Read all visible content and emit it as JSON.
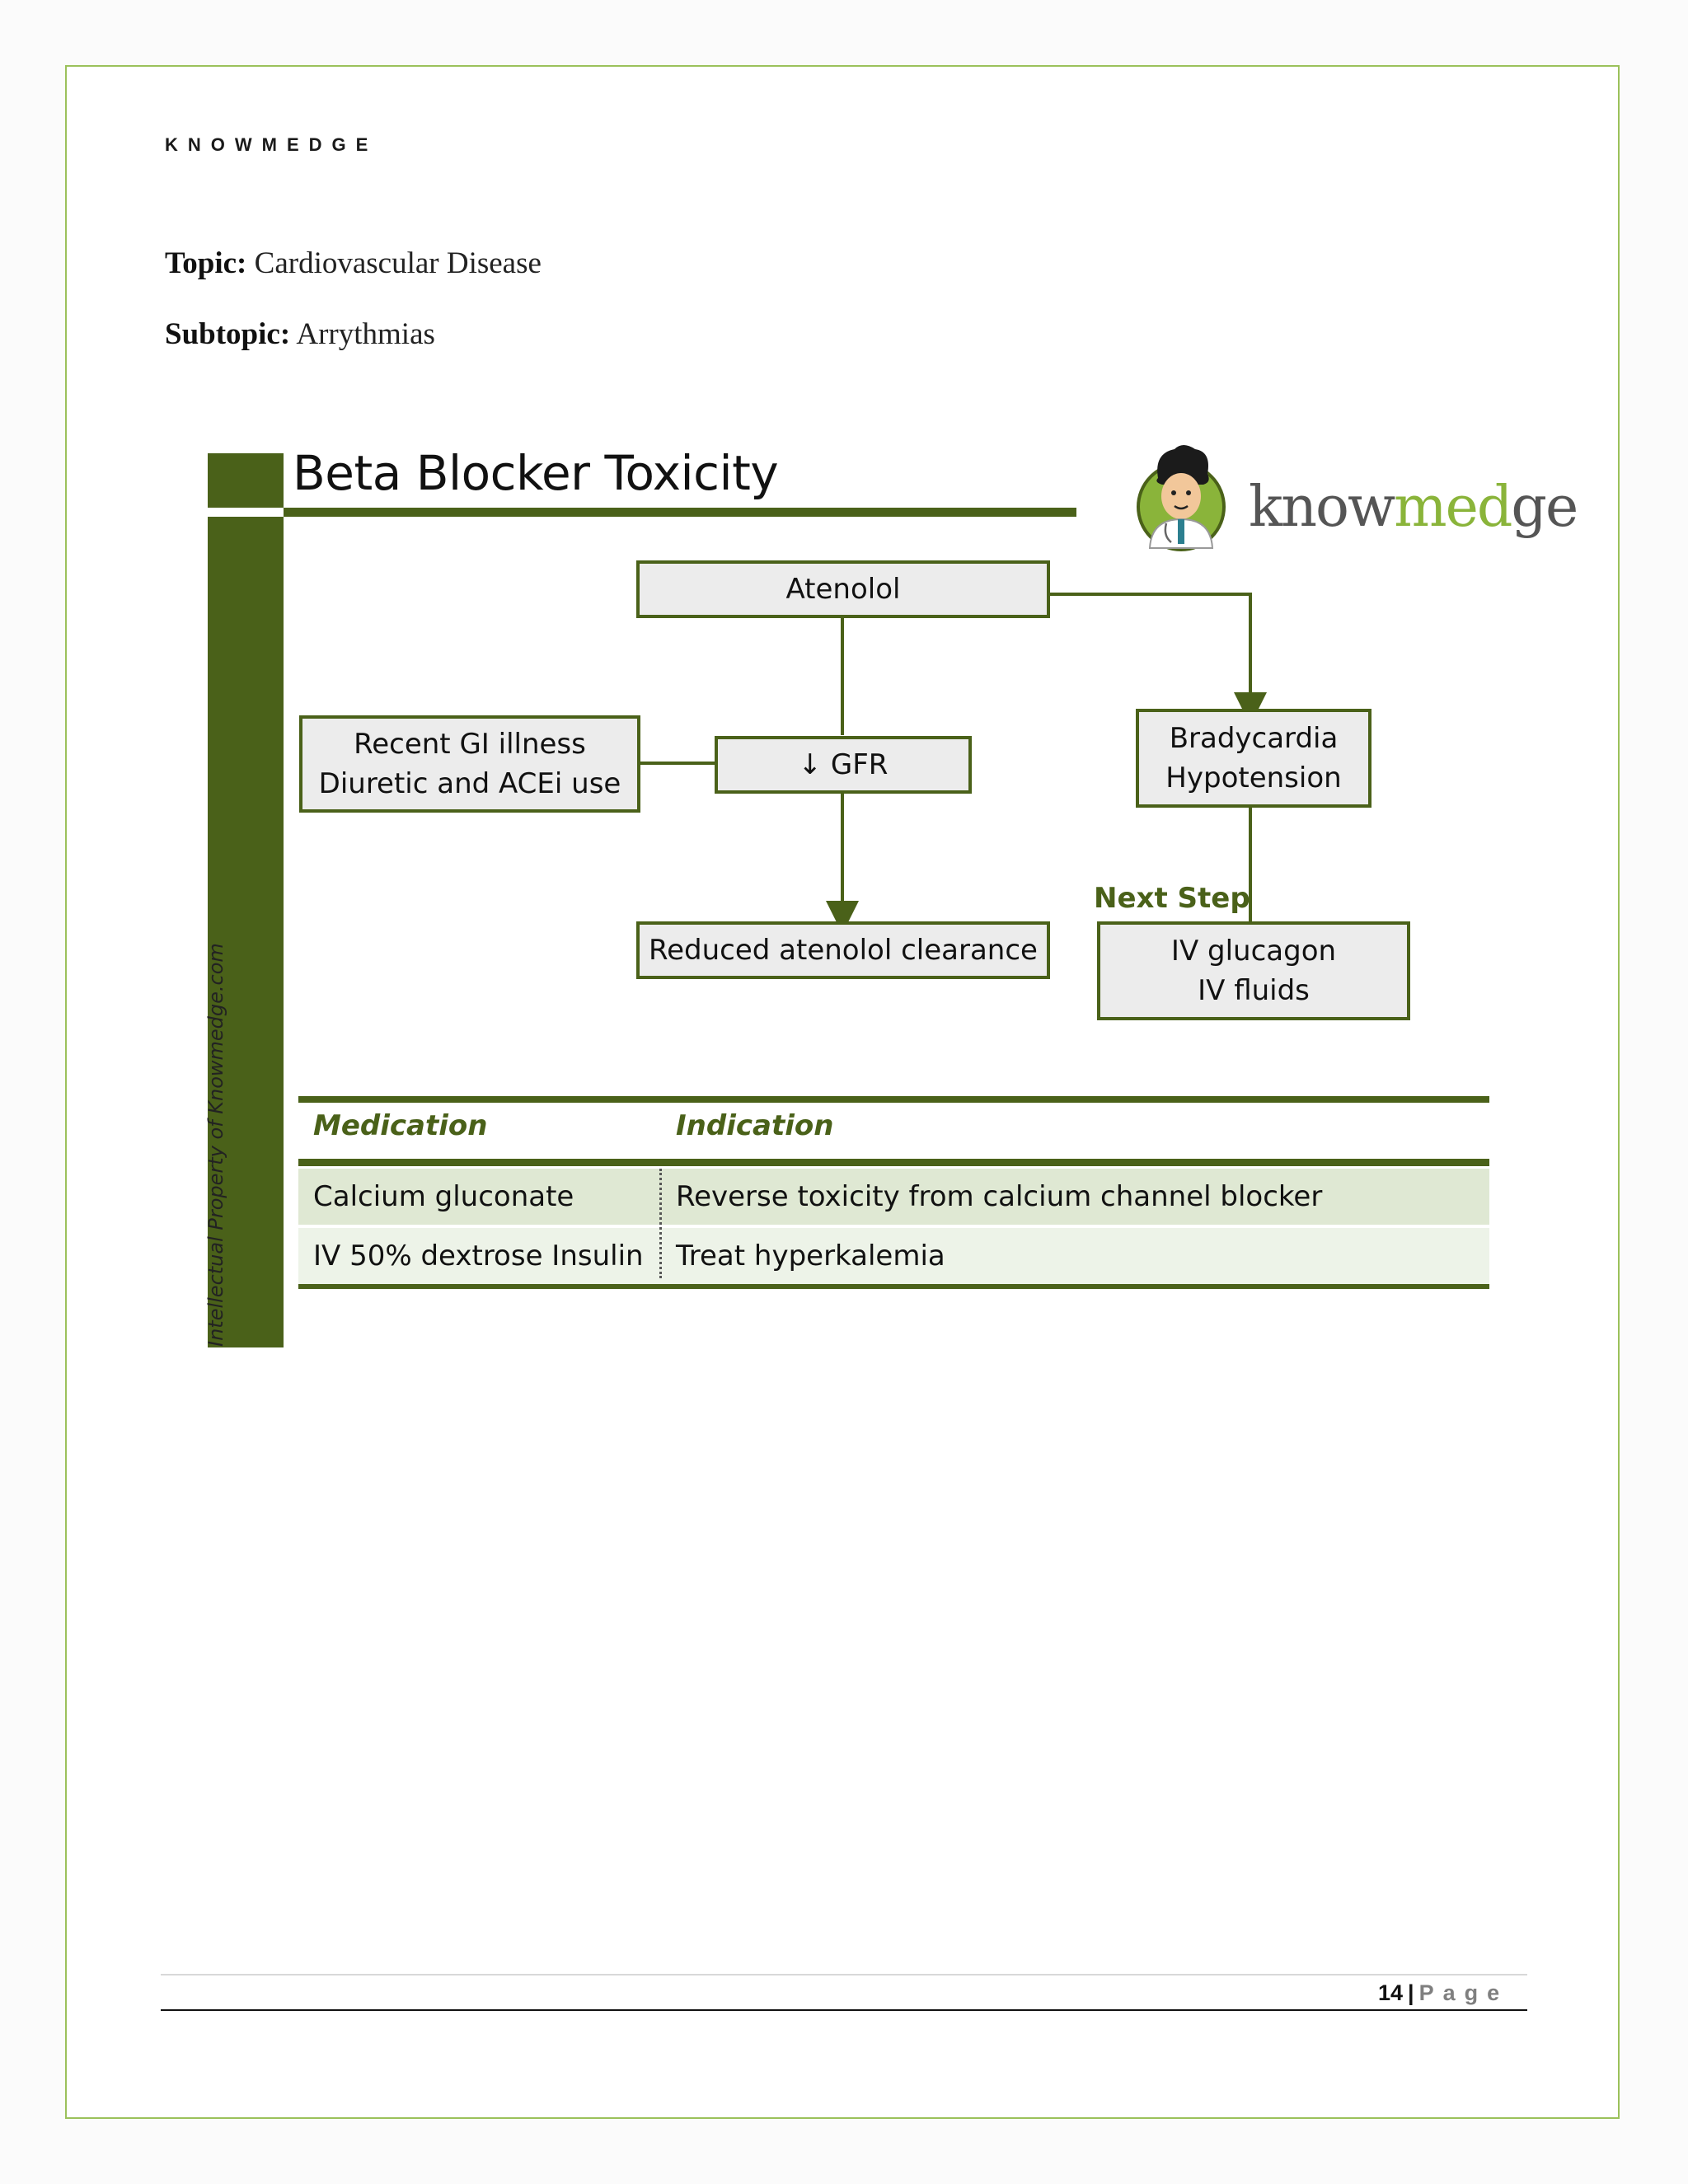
{
  "header": {
    "brand": "KNOWMEDGE"
  },
  "meta": {
    "topic_label": "Topic:",
    "topic_value": "Cardiovascular Disease",
    "subtopic_label": "Subtopic:",
    "subtopic_value": "Arrythmias"
  },
  "figure": {
    "title": "Beta Blocker Toxicity",
    "credit": "Intellectual Property of Knowmedge.com",
    "logo": {
      "text_a": "know",
      "text_b": "med",
      "text_c": "ge",
      "icon": "doctor-mascot-icon"
    },
    "flow": {
      "atenolol": "Atenolol",
      "risk_line1": "Recent GI illness",
      "risk_line2": "Diuretic and ACEi use",
      "gfr": "↓ GFR",
      "clearance": "Reduced atenolol clearance",
      "effect_line1": "Bradycardia",
      "effect_line2": "Hypotension",
      "next_step_label": "Next Step",
      "tx_line1": "IV glucagon",
      "tx_line2": "IV fluids"
    },
    "table": {
      "headers": [
        "Medication",
        "Indication"
      ],
      "rows": [
        {
          "medication": "Calcium gluconate",
          "indication": "Reverse toxicity from calcium channel blocker"
        },
        {
          "medication": "IV 50% dextrose Insulin",
          "indication": "Treat hyperkalemia"
        }
      ]
    },
    "colors": {
      "dark_green": "#4a6119",
      "light_green_row": "#dfe8d3",
      "pale_row": "#edf3e8",
      "box_fill": "#ececec"
    }
  },
  "footer": {
    "page_number": "14",
    "separator": "|",
    "page_word": "Page"
  }
}
